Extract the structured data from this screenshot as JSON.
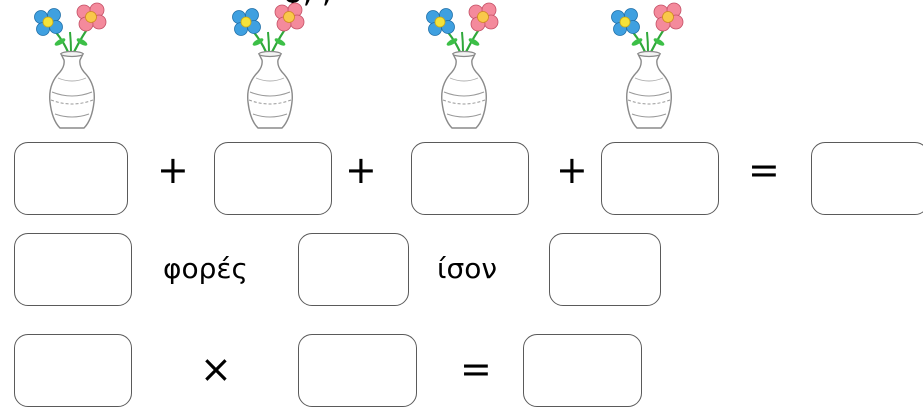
{
  "header_fragment": "φ, ,",
  "row1": {
    "ops": [
      "+",
      "+",
      "+",
      "="
    ]
  },
  "row2": {
    "words": [
      "φορές",
      "ίσον"
    ]
  },
  "row3": {
    "ops": [
      "×",
      "="
    ]
  },
  "icons": {
    "vase": "flower-vase-icon"
  }
}
